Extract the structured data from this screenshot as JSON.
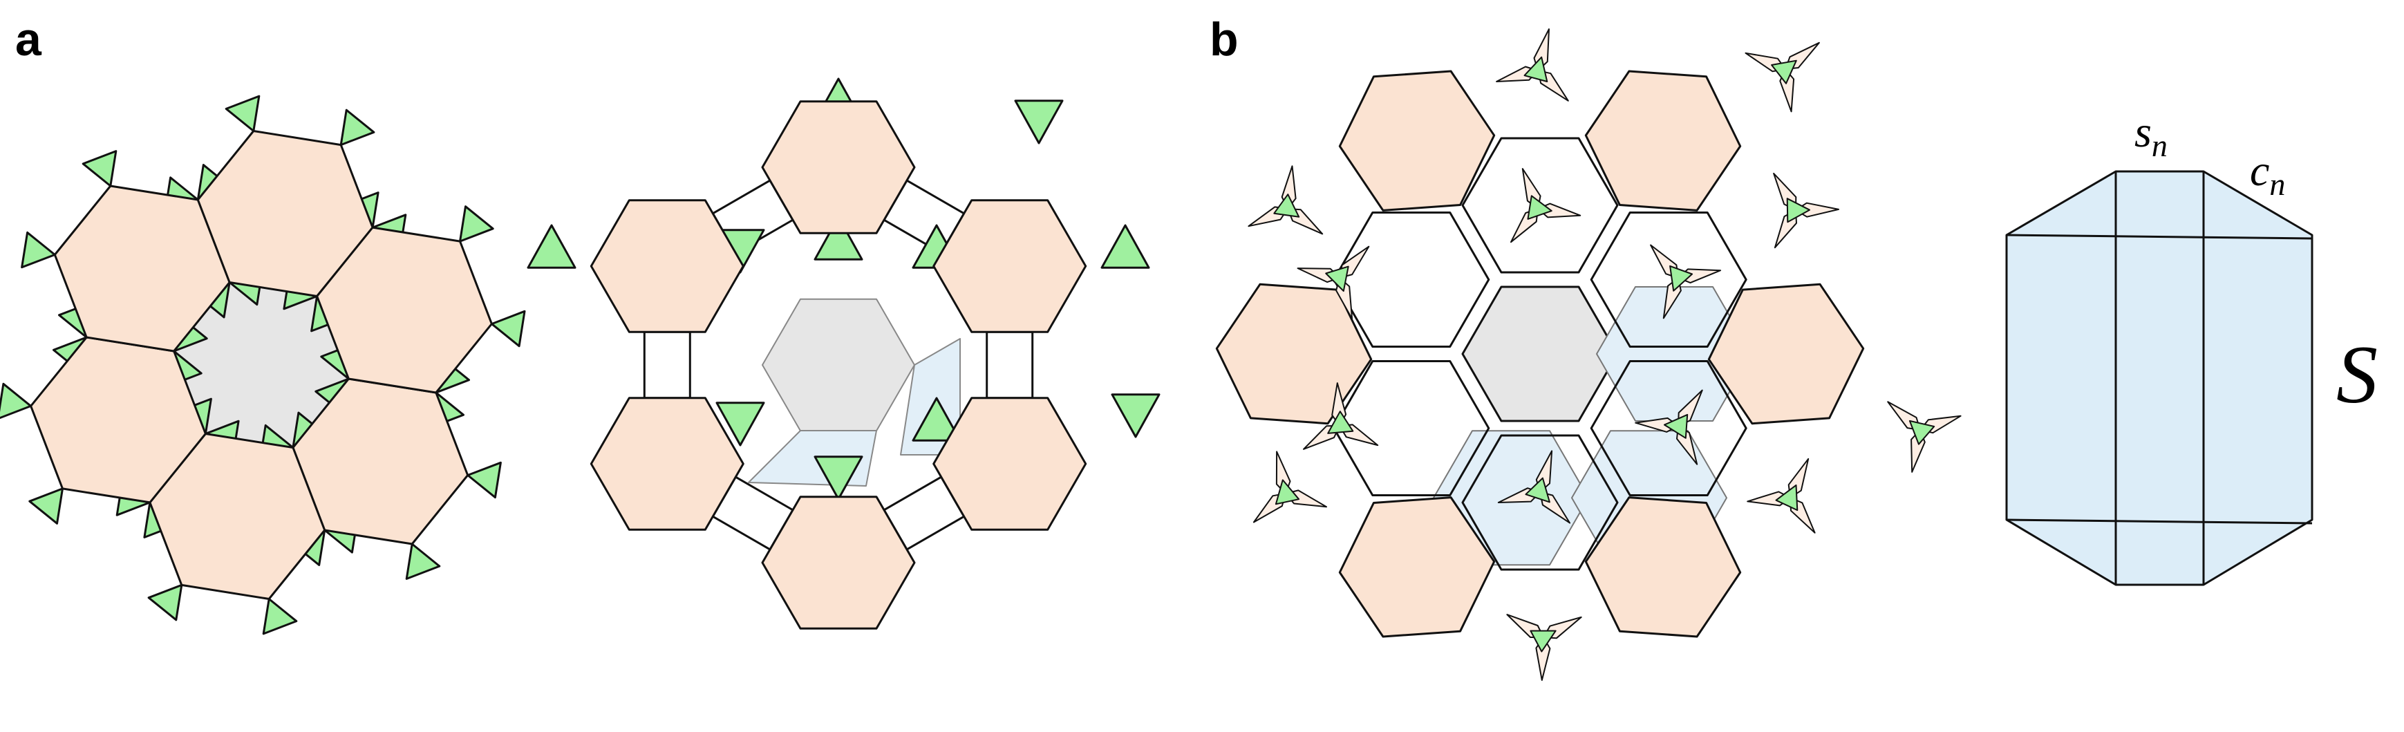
{
  "panel_labels": {
    "a": "a",
    "b": "b"
  },
  "unit_cell_labels": {
    "s": "s",
    "s_sub": "n",
    "c": "c",
    "c_sub": "n",
    "S": "S"
  },
  "colors": {
    "hexagon_fill": "#fbe3d2",
    "center_hexagon_fill": "#e6e6e6",
    "highlight_fill": "#e2eff8",
    "triangle_fill": "#9ff09f",
    "stroke": "#111111",
    "cell_fill": "#dcedf8"
  }
}
